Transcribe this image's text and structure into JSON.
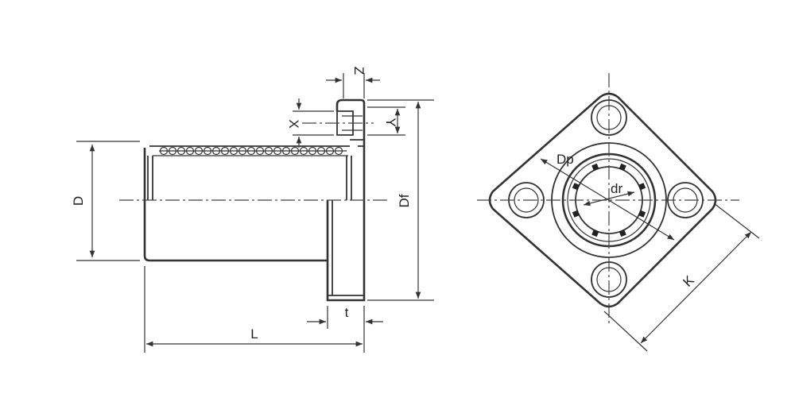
{
  "labels": {
    "D": "D",
    "L": "L",
    "Z": "Z",
    "X": "X",
    "Y": "Y",
    "Df": "Df",
    "t": "t",
    "Dp": "Dp",
    "dr": "dr",
    "K": "K"
  },
  "colors": {
    "line": "#333333",
    "background": "#ffffff"
  }
}
